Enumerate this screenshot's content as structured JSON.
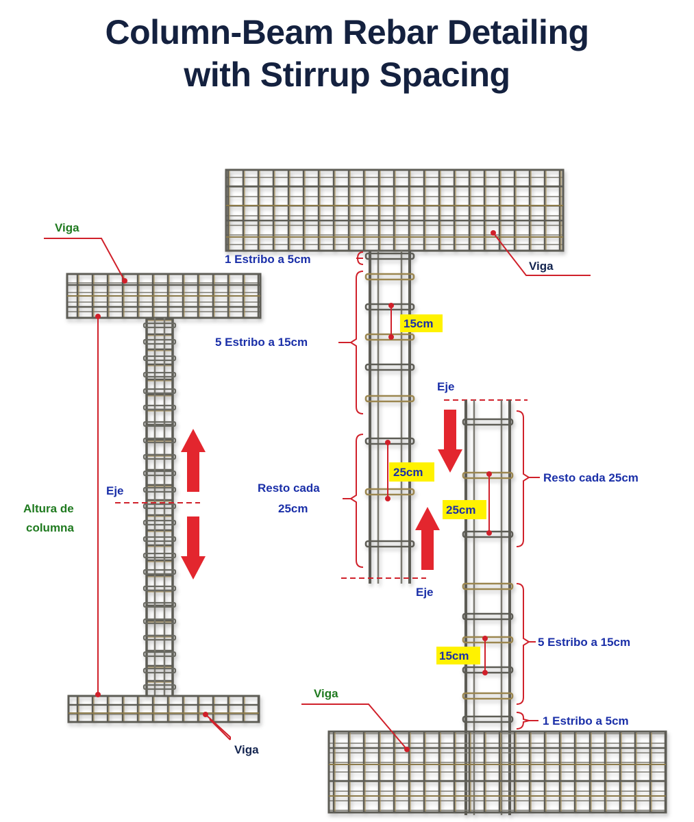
{
  "title": {
    "line1": "Column-Beam Rebar Detailing",
    "line2": "with Stirrup Spacing"
  },
  "left_assembly": {
    "top_beam_label": "Viga",
    "bottom_beam_label": "Viga",
    "axis_label": "Eje",
    "height_label_line1": "Altura de",
    "height_label_line2": "columna"
  },
  "upper_assembly": {
    "beam_label": "Viga",
    "first_stirrup": "1 Estribo a 5cm",
    "dense_stirrups": "5 Estribo a 15cm",
    "dense_spacing": "15cm",
    "rest_line1": "Resto cada",
    "rest_line2": "25cm",
    "rest_spacing": "25cm",
    "axis_label_top": "Eje",
    "axis_label_bottom": "Eje"
  },
  "lower_assembly": {
    "beam_label": "Viga",
    "rest": "Resto cada 25cm",
    "rest_spacing": "25cm",
    "dense_stirrups": "5 Estribo a 15cm",
    "dense_spacing": "15cm",
    "first_stirrup": "1 Estribo a 5cm"
  },
  "colors": {
    "title": "#14213f",
    "label_blue": "#1a2fa8",
    "label_green": "#1f7a1f",
    "leader_red": "#d0202a",
    "badge_yellow": "#fff200",
    "rebar": "#6b6a63"
  }
}
